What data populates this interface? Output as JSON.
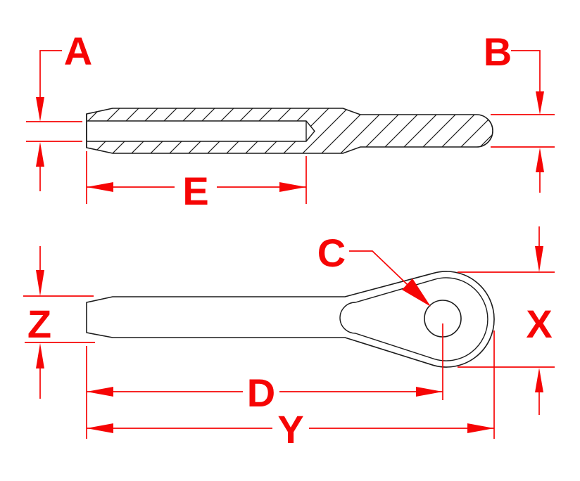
{
  "drawing": {
    "dimension_labels": {
      "a": "A",
      "b": "B",
      "c": "C",
      "d": "D",
      "e": "E",
      "x": "X",
      "y": "Y",
      "z": "Z"
    },
    "colors": {
      "dimension_red": "#f60505",
      "outline_black": "#1c1c1c",
      "background": "#ffffff"
    }
  }
}
